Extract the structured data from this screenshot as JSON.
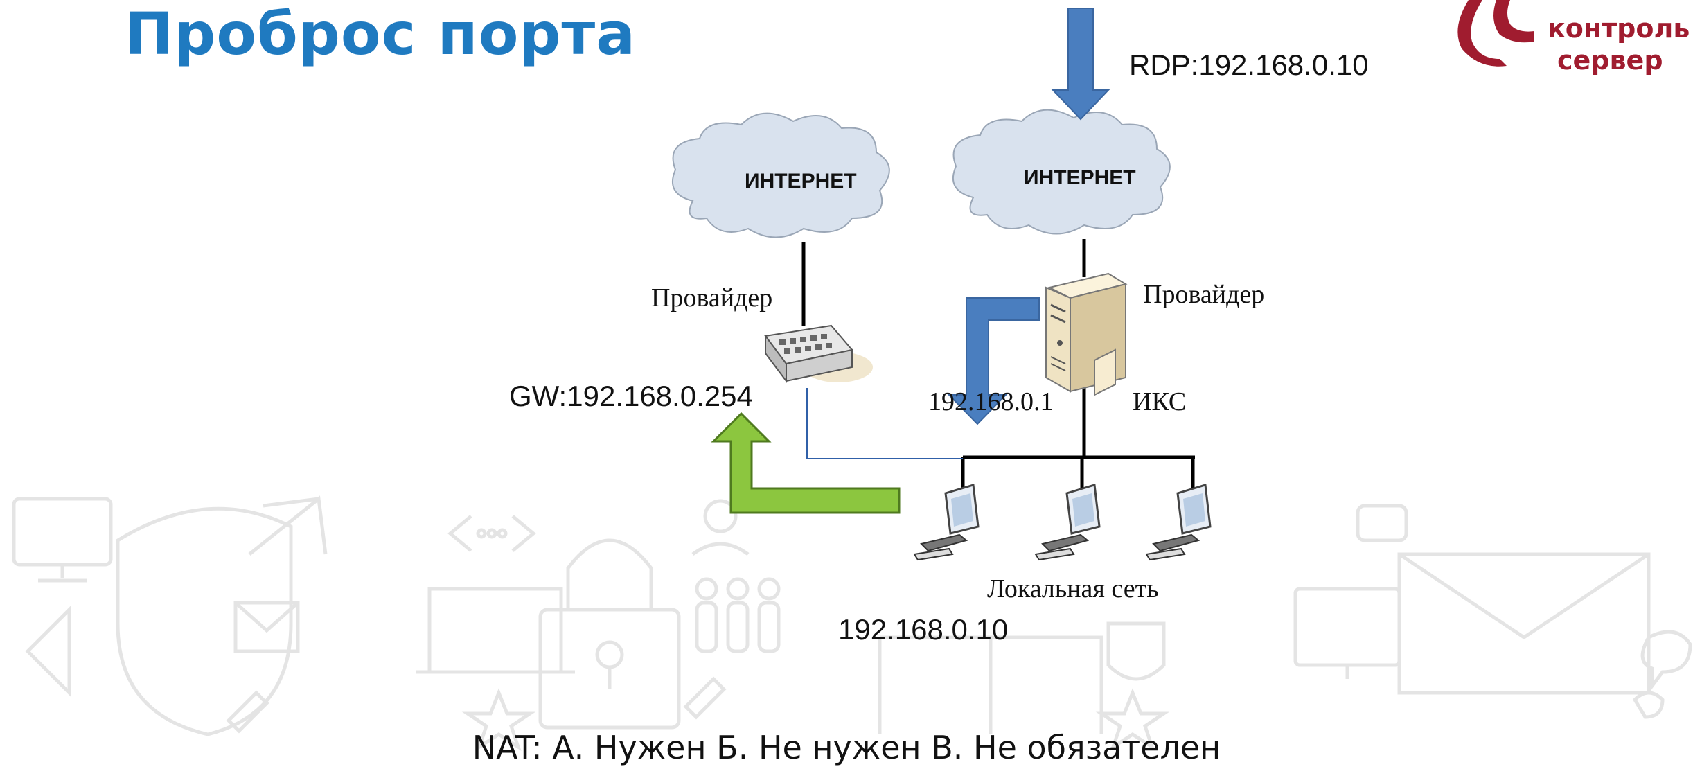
{
  "title": "Проброс порта",
  "logo": {
    "line1": "контроль",
    "line2": "сервер",
    "color": "#a01c2f"
  },
  "labels": {
    "rdp": "RDP:192.168.0.10",
    "gw": "GW:192.168.0.254",
    "iks_ip": "192.168.0.1",
    "local_ip": "192.168.0.10",
    "provider_left": "Провайдер",
    "provider_right": "Провайдер",
    "iks": "ИКС",
    "local_net": "Локальная сеть",
    "internet_left": "ИНТЕРНЕТ",
    "internet_right": "ИНТЕРНЕТ"
  },
  "question": "NAT: А. Нужен Б. Не нужен В. Не обязателен",
  "colors": {
    "title": "#1f7ac0",
    "blue_arrow": "#4a7ebf",
    "green_arrow": "#8cc63f",
    "cloud_fill": "#d9e2ee",
    "background_icons": "#e6e6e6"
  }
}
